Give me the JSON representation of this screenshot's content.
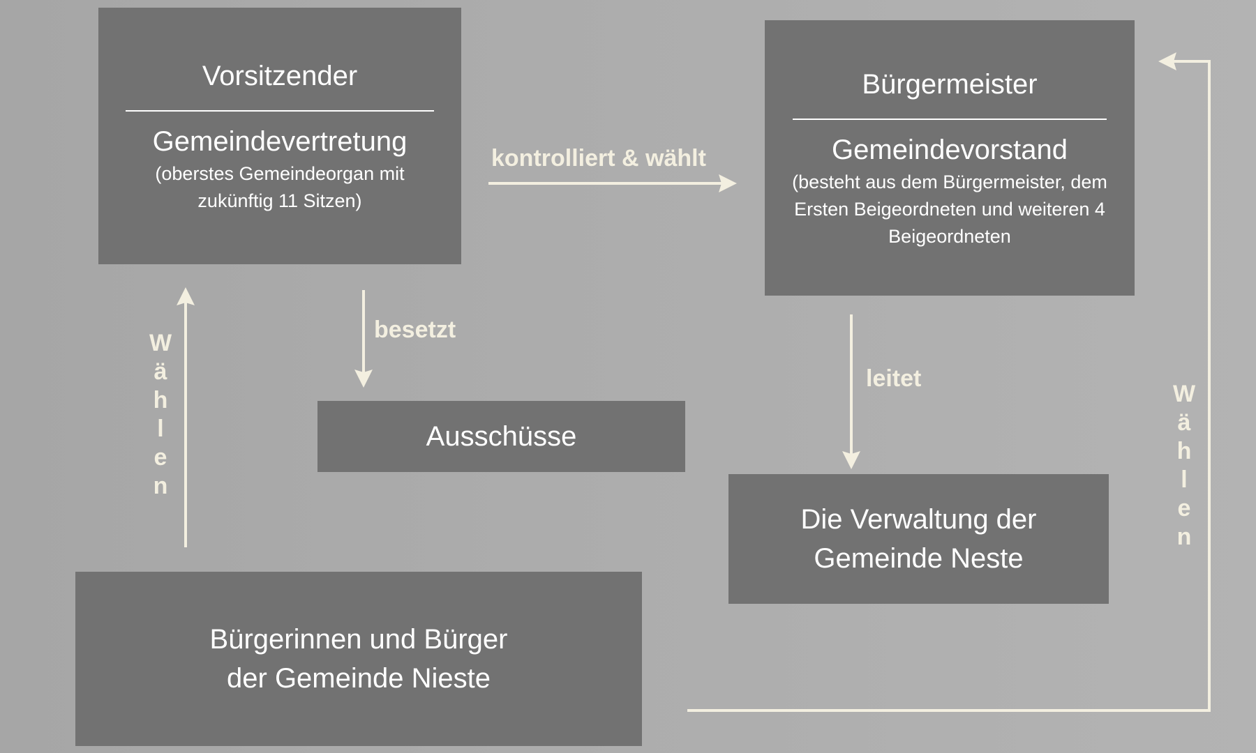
{
  "boxes": {
    "council": {
      "title": "Vorsitzender",
      "subtitle": "Gemeindevertretung",
      "note": "(oberstes Gemeindeorgan mit zukünftig 11 Sitzen)"
    },
    "executive": {
      "title": "Bürgermeister",
      "subtitle": "Gemeindevorstand",
      "note": "(besteht aus dem Bürgermeister, dem Ersten Beigeordneten und weiteren 4 Beigeordneten"
    },
    "committees": {
      "title": "Ausschüsse"
    },
    "administration": {
      "line1": "Die Verwaltung der",
      "line2": "Gemeinde Neste"
    },
    "citizens": {
      "line1": "Bürgerinnen und Bürger",
      "line2": "der Gemeinde Nieste"
    }
  },
  "labels": {
    "controls": "kontrolliert & wählt",
    "staffs": "besetzt",
    "leads": "leitet",
    "elect_left": [
      "W",
      "ä",
      "h",
      "l",
      "e",
      "n"
    ],
    "elect_right": [
      "W",
      "ä",
      "h",
      "l",
      "e",
      "n"
    ]
  },
  "colors": {
    "box": "#727272",
    "arrow": "#f3efe0"
  }
}
